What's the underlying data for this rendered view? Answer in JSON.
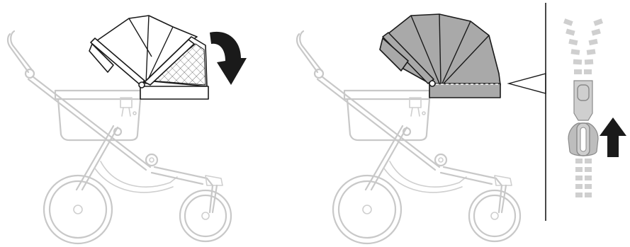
{
  "steps": [
    {
      "id": "step-1",
      "action": "fold-canopy-down",
      "arrow": "curved-arrow-down-icon"
    },
    {
      "id": "step-2",
      "action": "canopy-closed-zip-line"
    },
    {
      "id": "detail",
      "action": "close-zipper",
      "arrow": "up-arrow-icon"
    }
  ],
  "colors": {
    "frame": "#c8c8c8",
    "outline": "#1a1a1a",
    "canopy_fill": "#a9a9a9",
    "zipper": "#cfcfcf",
    "arrow": "#1a1a1a"
  }
}
